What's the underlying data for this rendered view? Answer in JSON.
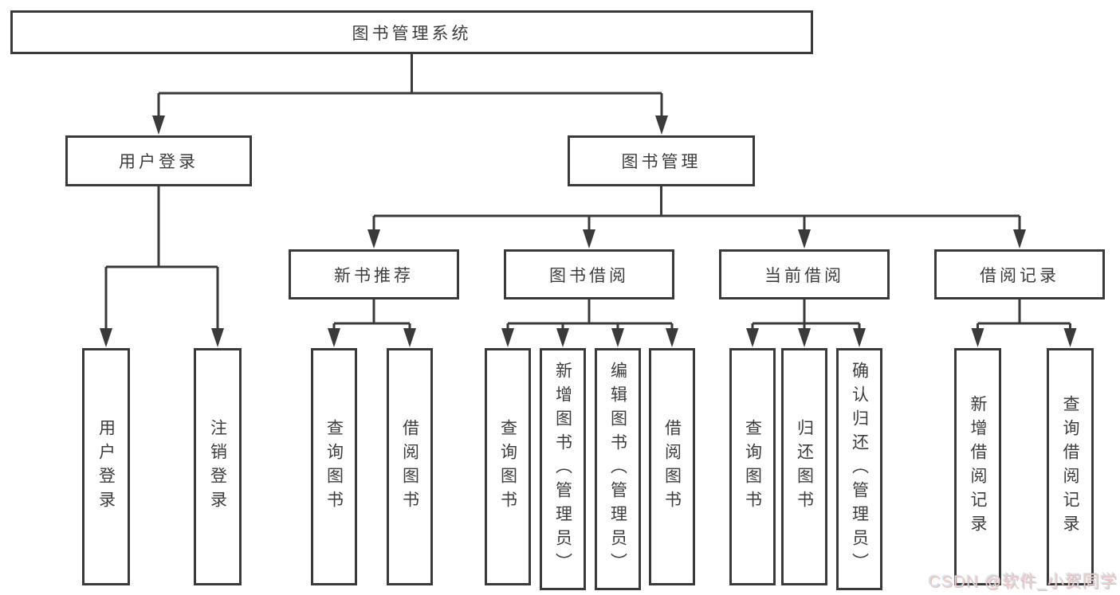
{
  "diagram": {
    "root": "图书管理系统",
    "level2": [
      "用户登录",
      "图书管理"
    ],
    "level3": [
      "新书推荐",
      "图书借阅",
      "当前借阅",
      "借阅记录"
    ],
    "leaves": {
      "user_login": [
        "用户登录",
        "注销登录"
      ],
      "new_book": [
        "查询图书",
        "借阅图书"
      ],
      "book_borrow": [
        "查询图书",
        "新增图书（管理员）",
        "编辑图书（管理员）",
        "借阅图书"
      ],
      "current_borrow": [
        "查询图书",
        "归还图书",
        "确认归还（管理员）"
      ],
      "records": [
        "新增借阅记录",
        "查询借阅记录"
      ]
    },
    "colors": {
      "line": "#3a3a3a",
      "box_border": "#3a3a3a",
      "text": "#3d3d3d",
      "background": "#ffffff"
    }
  },
  "watermark": {
    "text": "CSDN @软件_小贺同学",
    "color": "#ddd8d6"
  }
}
